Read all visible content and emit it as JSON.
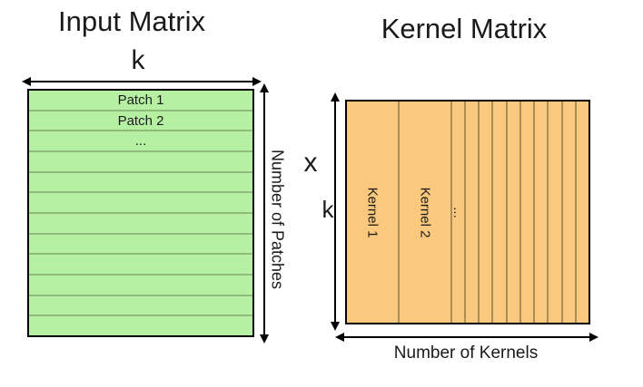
{
  "input_matrix": {
    "title": "Input Matrix",
    "width_label": "k",
    "row_labels": [
      "Patch 1",
      "Patch 2",
      "..."
    ],
    "num_rows": 12,
    "height_label": "Number of Patches",
    "fill": "#b6f0a3",
    "line": "#8fbb7d"
  },
  "operator": {
    "multiply_label": "x"
  },
  "kernel_matrix": {
    "title": "Kernel Matrix",
    "height_label": "k",
    "column_labels": [
      "Kernel 1",
      "Kernel 2",
      "..."
    ],
    "num_cols": 12,
    "width_label": "Number of Kernels",
    "fill": "#fbc97d",
    "line": "#a98e55"
  },
  "colors": {
    "arrow": "#000000",
    "border": "#000000",
    "text": "#1a1a1a"
  }
}
